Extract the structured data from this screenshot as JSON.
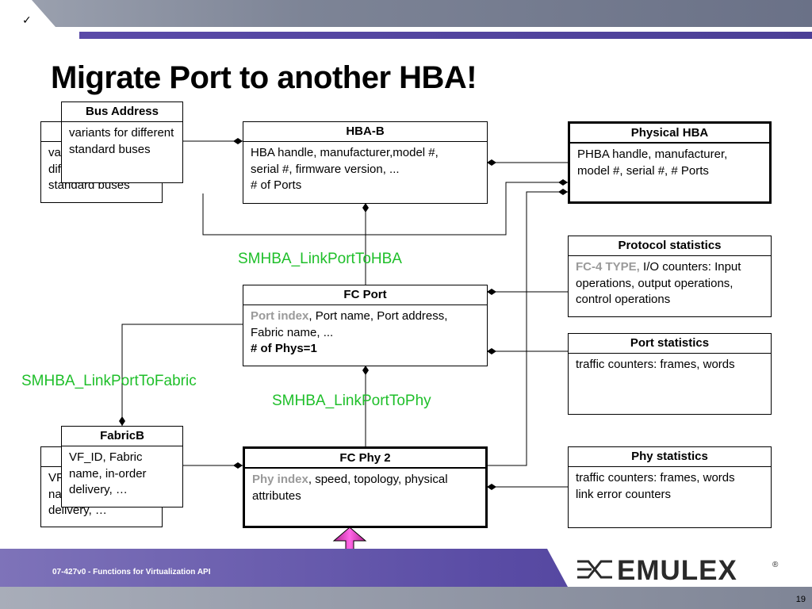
{
  "check_mark": "✓",
  "title": "Migrate Port to another HBA!",
  "boxes": {
    "bus_address": {
      "header": "Bus Address",
      "body": "variants for different standard buses"
    },
    "bus_address_back": {
      "body": "variants for different standard buses"
    },
    "hba_b": {
      "header": "HBA-B",
      "line1": "HBA handle, manufacturer,model #,",
      "line2": "serial #, firmware version, ...",
      "line3": "# of Ports"
    },
    "physical_hba": {
      "header": "Physical HBA",
      "body": "PHBA handle, manufacturer, model #, serial #, # Ports"
    },
    "protocol_statistics": {
      "header": "Protocol statistics",
      "highlight": "FC-4 TYPE,",
      "body": " I/O counters: Input operations, output operations, control operations"
    },
    "fc_port": {
      "header": "FC Port",
      "highlight": "Port index",
      "body": ", Port name, Port address, Fabric name, ...",
      "bold_line": "# of Phys=1"
    },
    "port_statistics": {
      "header": "Port statistics",
      "body": "traffic counters: frames, words"
    },
    "fabric_b": {
      "header": "FabricB",
      "body": "VF_ID, Fabric name, in-order delivery, …"
    },
    "fabric_b_back": {
      "body": "VF_ID, Fabric name, in-order delivery, …"
    },
    "fc_phy_2": {
      "header": "FC Phy 2",
      "highlight": "Phy index",
      "body": ", speed, topology, physical attributes"
    },
    "phy_statistics": {
      "header": "Phy statistics",
      "line1": "traffic counters: frames, words",
      "line2": "link error counters"
    }
  },
  "links": {
    "link_port_to_hba": "SMHBA_LinkPortToHBA",
    "link_port_to_fabric": "SMHBA_LinkPortToFabric",
    "link_port_to_phy": "SMHBA_LinkPortToPhy"
  },
  "footer": {
    "label": "07-427v0 - Functions for Virtualization API",
    "logo": "EMULEX",
    "logo_mark": "®",
    "page": "19"
  },
  "colors": {
    "link_label": "#1fbf2a",
    "highlight": "#9a9a9a",
    "arrow_fill": "#ff44dd"
  }
}
